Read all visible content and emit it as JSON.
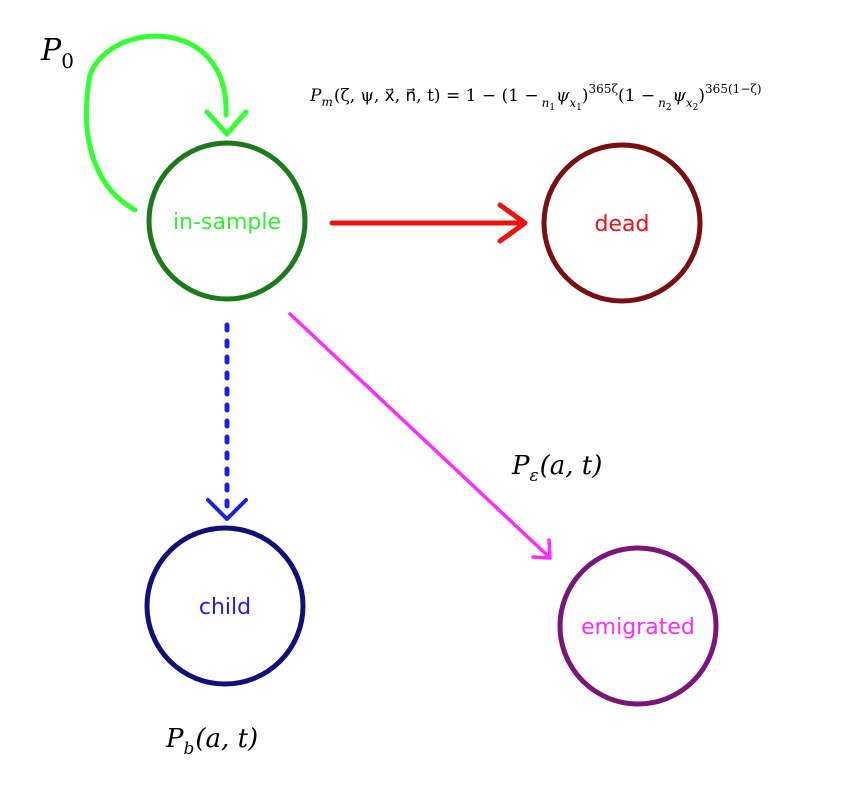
{
  "nodes": {
    "in_sample": {
      "label": "in-sample",
      "stroke": "#1b7a1b",
      "text_color": "#33ee33"
    },
    "dead": {
      "label": "dead",
      "stroke": "#7a0f0f",
      "text_color": "#ee1111"
    },
    "child": {
      "label": "child",
      "stroke": "#10107a",
      "text_color": "#1f1fe0"
    },
    "emigrated": {
      "label": "emigrated",
      "stroke": "#7a157a",
      "text_color": "#ff2bff"
    }
  },
  "edges": {
    "self_loop": {
      "color": "#33ff33"
    },
    "death": {
      "color": "#ee1111"
    },
    "birth": {
      "color": "#1f1fe0",
      "style": "dotted"
    },
    "emigration": {
      "color": "#ff2bff"
    }
  },
  "labels": {
    "p0": {
      "main": "P",
      "sub": "0"
    },
    "pm": {
      "main": "P",
      "sub": "m",
      "args": "(ζ, ψ, x⃗, n⃗, t) = 1 − (1 −",
      "n1": "n",
      "n1_sub": "1",
      "psi": "ψ",
      "x1": "x",
      "x1_sub": "1",
      "exp1": "365ζ",
      "mid": "(1 −",
      "n2": "n",
      "n2_sub": "2",
      "x2": "x",
      "x2_sub": "2",
      "exp2": "365(1−ζ)"
    },
    "pe": {
      "main": "P",
      "sub": "ε",
      "args": "(a, t)"
    },
    "pb": {
      "main": "P",
      "sub": "b",
      "args": "(a, t)"
    }
  }
}
